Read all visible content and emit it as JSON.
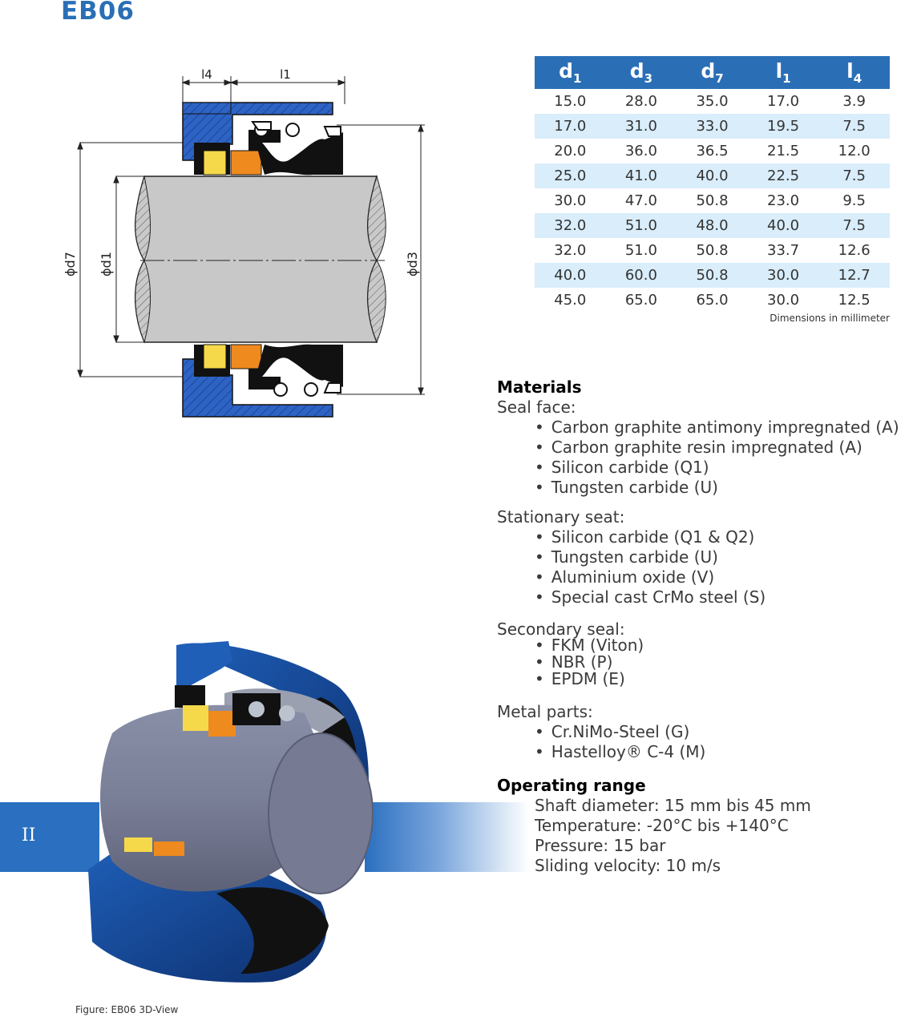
{
  "title": "EB06",
  "section_label": "II",
  "drawing_labels": {
    "l4": "l4",
    "l1": "l1",
    "d7": "ϕd7",
    "d1": "ϕd1",
    "d3": "ϕd3"
  },
  "dimensions_table": {
    "headers": [
      {
        "base": "d",
        "sub": "1"
      },
      {
        "base": "d",
        "sub": "3"
      },
      {
        "base": "d",
        "sub": "7"
      },
      {
        "base": "l",
        "sub": "1"
      },
      {
        "base": "l",
        "sub": "4"
      }
    ],
    "rows": [
      [
        "15.0",
        "28.0",
        "35.0",
        "17.0",
        "3.9"
      ],
      [
        "17.0",
        "31.0",
        "33.0",
        "19.5",
        "7.5"
      ],
      [
        "20.0",
        "36.0",
        "36.5",
        "21.5",
        "12.0"
      ],
      [
        "25.0",
        "41.0",
        "40.0",
        "22.5",
        "7.5"
      ],
      [
        "30.0",
        "47.0",
        "50.8",
        "23.0",
        "9.5"
      ],
      [
        "32.0",
        "51.0",
        "48.0",
        "40.0",
        "7.5"
      ],
      [
        "32.0",
        "51.0",
        "50.8",
        "33.7",
        "12.6"
      ],
      [
        "40.0",
        "60.0",
        "50.8",
        "30.0",
        "12.7"
      ],
      [
        "45.0",
        "65.0",
        "65.0",
        "30.0",
        "12.5"
      ]
    ],
    "note": "Dimensions in millimeter"
  },
  "materials": {
    "heading": "Materials",
    "seal_face": {
      "label": "Seal face:",
      "items": [
        "Carbon graphite antimony impregnated (A)",
        "Carbon graphite resin impregnated (A)",
        "Silicon carbide (Q1)",
        "Tungsten carbide (U)"
      ]
    },
    "stationary_seat": {
      "label": "Stationary seat:",
      "items": [
        "Silicon carbide (Q1 & Q2)",
        "Tungsten carbide (U)",
        "Aluminium oxide (V)",
        "Special cast CrMo steel (S)"
      ]
    },
    "secondary_seal": {
      "label": "Secondary seal:",
      "items": [
        "FKM (Viton)",
        "NBR (P)",
        "EPDM (E)"
      ]
    },
    "metal_parts": {
      "label": "Metal parts:",
      "items": [
        "Cr.NiMo-Steel (G)",
        "Hastelloy® C-4 (M)"
      ]
    }
  },
  "operating_range": {
    "heading": "Operating range",
    "lines": [
      "Shaft diameter: 15 mm bis 45 mm",
      "Temperature: -20°C bis +140°C",
      "Pressure: 15 bar",
      "Sliding velocity: 10 m/s"
    ]
  },
  "caption": "Figure:  EB06 3D-View",
  "colors": {
    "brand_blue": "#2a6fb6",
    "row_alt": "#d9edfb",
    "seal_face_yellow": "#f5d94a",
    "seat_orange": "#ef8a1e"
  }
}
